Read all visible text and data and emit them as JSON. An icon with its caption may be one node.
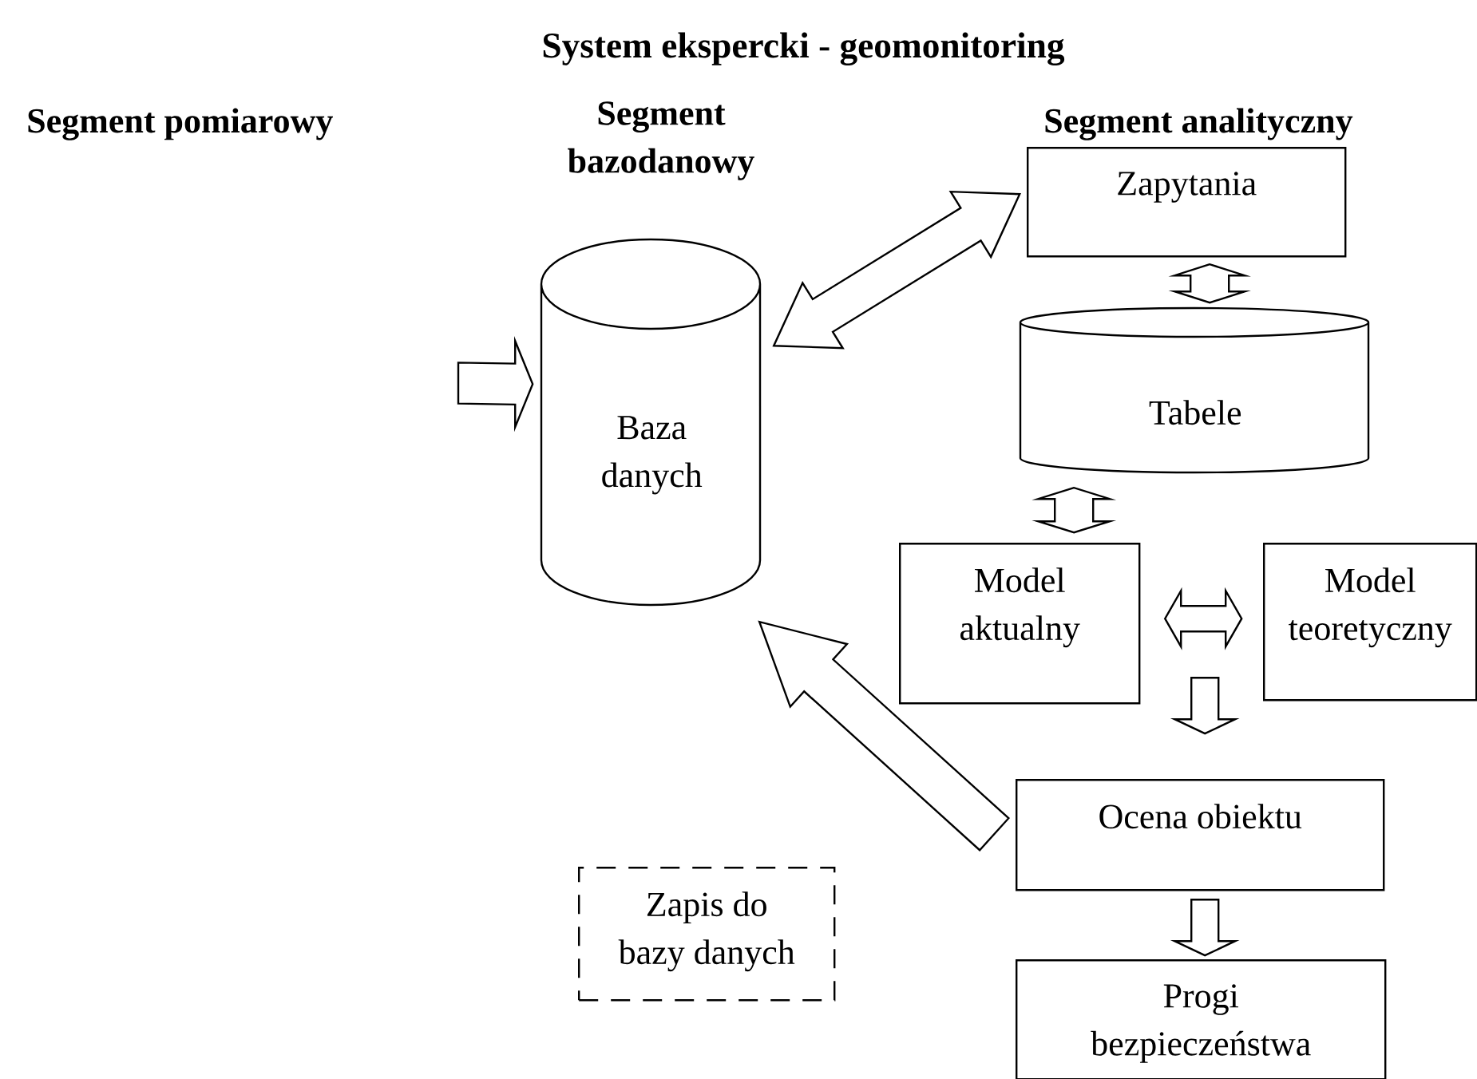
{
  "diagram": {
    "title": "System ekspercki - geomonitoring",
    "nodes": [
      {
        "text": [
          "Baza danych"
        ]
      },
      {
        "text": [
          "Zapytania"
        ]
      },
      {
        "text": [
          "Tabele"
        ]
      },
      {
        "text": [
          "Model aktualny"
        ]
      },
      {
        "text": [
          "Model teoretyczny"
        ]
      },
      {
        "text": [
          "Ocena obiektu"
        ]
      },
      {
        "text": [
          "Zapis do bazy danych"
        ]
      },
      {
        "text": [
          "Progi bezpieczeństwa"
        ]
      }
    ],
    "edges": [
      {
        "from": null,
        "to": 0,
        "arrow": "to"
      },
      {
        "from": 0,
        "to": 1,
        "arrow": "both"
      },
      {
        "from": 1,
        "to": 2,
        "arrow": "both"
      },
      {
        "from": 2,
        "to": 3,
        "arrow": "both"
      },
      {
        "from": 3,
        "to": 4,
        "arrow": "both"
      },
      {
        "from": 3,
        "to": 5,
        "arrow": "to"
      },
      {
        "from": 5,
        "to": 7,
        "arrow": "to"
      },
      {
        "from": 5,
        "to": 0,
        "arrow": "to"
      }
    ],
    "labels": [
      "Segment pomiarowy",
      "Segment bazodanowy",
      "Segment analityczny"
    ]
  }
}
